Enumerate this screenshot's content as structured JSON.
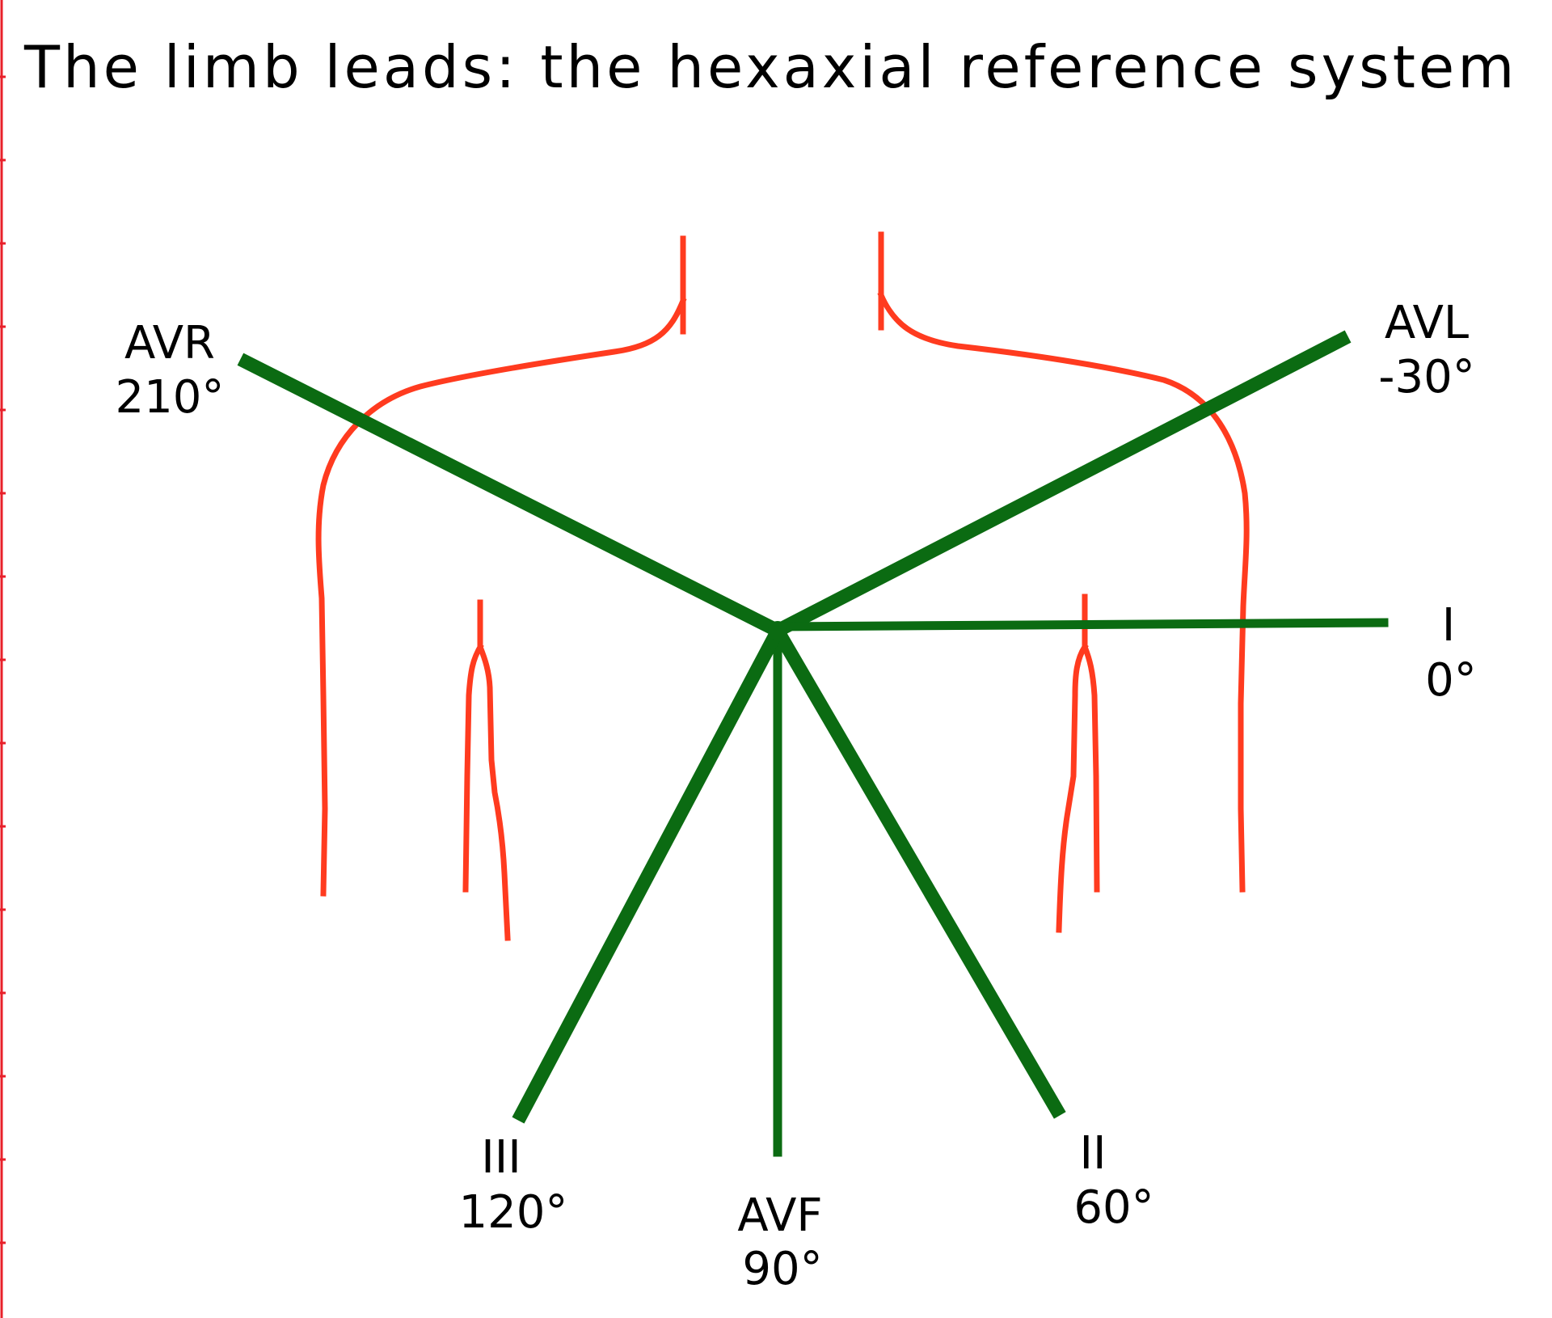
{
  "title": "The limb leads: the hexaxial reference system",
  "colors": {
    "body_outline": "#ff3b1f",
    "lead_axes": "#0b6b12",
    "text": "#000000",
    "left_edge_marks": "#e8202a"
  },
  "leads": [
    {
      "id": "avr",
      "name": "AVR",
      "angle": "210°"
    },
    {
      "id": "avl",
      "name": "AVL",
      "angle": "-30°"
    },
    {
      "id": "i",
      "name": "I",
      "angle": "0°"
    },
    {
      "id": "ii",
      "name": "II",
      "angle": "60°"
    },
    {
      "id": "avf",
      "name": "AVF",
      "angle": "90°"
    },
    {
      "id": "iii",
      "name": "III",
      "angle": "120°"
    }
  ]
}
